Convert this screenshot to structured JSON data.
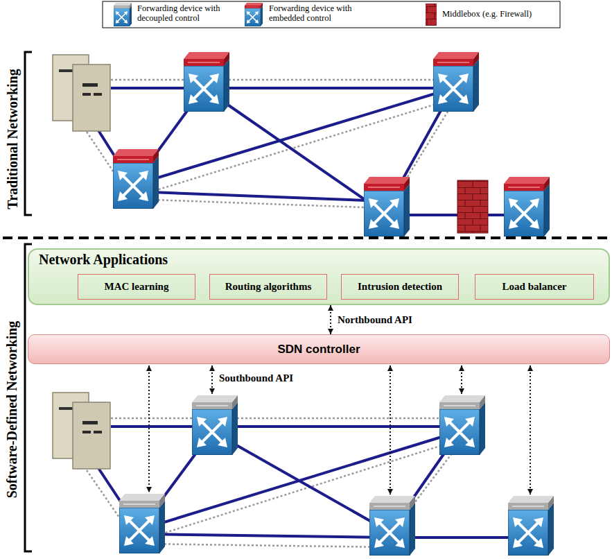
{
  "diagram": {
    "nodes": [
      {
        "text": [
          "Network Applications"
        ]
      },
      {
        "text": [
          "MAC learning"
        ],
        "in": 0
      },
      {
        "text": [
          "Routing algorithms"
        ],
        "in": 0
      },
      {
        "text": [
          "Intrusion detection"
        ],
        "in": 0
      },
      {
        "text": [
          "Load balancer"
        ],
        "in": 0
      },
      {
        "text": [
          "SDN controller"
        ]
      }
    ],
    "edges": [
      {
        "from": 0,
        "to": 5,
        "arrow": "both",
        "label": "Northbound API"
      }
    ],
    "labels": [
      "Traditional Networking",
      "Software-Defined Networking",
      "Southbound API"
    ],
    "legend": [
      {
        "text": "Forwarding device with decoupled control"
      },
      {
        "text": "Forwarding device with embedded control"
      },
      {
        "text": "Middlebox (e.g. Firewall)"
      }
    ]
  }
}
